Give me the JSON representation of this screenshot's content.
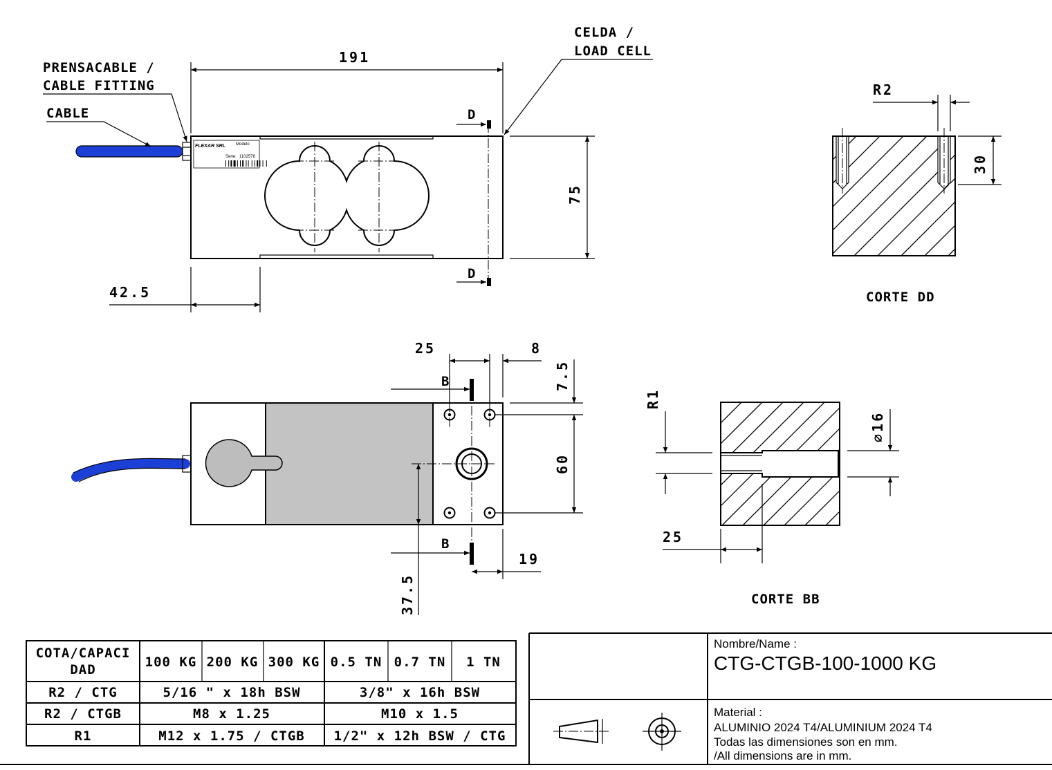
{
  "labels": {
    "cable_fitting_1": "PRENSACABLE /",
    "cable_fitting_2": "CABLE FITTING",
    "cable": "CABLE",
    "load_cell_1": "CELDA /",
    "load_cell_2": "LOAD CELL",
    "section_d": "D",
    "section_b": "B",
    "corte_dd": "CORTE DD",
    "corte_bb": "CORTE BB",
    "plate_brand": "FLEXAR SRL",
    "plate_modelo": "Modelo",
    "plate_serie": "Serie:",
    "plate_serial": "1102578"
  },
  "dimensions": {
    "length": "191",
    "height": "75",
    "offset": "42.5",
    "r2": "R2",
    "dd_depth": "30",
    "hole_spacing": "25",
    "edge_8": "8",
    "edge_7_5": "7.5",
    "width_60": "60",
    "edge_19": "19",
    "center_37_5": "37.5",
    "r1": "R1",
    "dia_16": "∅16",
    "bb_25": "25"
  },
  "spec_table": {
    "header": [
      "COTA/CAPACI\nDAD",
      "100 KG",
      "200 KG",
      "300 KG",
      "0.5 TN",
      "0.7 TN",
      "1 TN"
    ],
    "rows": [
      {
        "label": "R2 / CTG",
        "left": "5/16 \" x 18h BSW",
        "right": "3/8\" x 16h BSW"
      },
      {
        "label": "R2 / CTGB",
        "left": "M8 x 1.25",
        "right": "M10 x 1.5"
      },
      {
        "label": "R1",
        "left": "M12 x 1.75 / CTGB",
        "right": "1/2\" x 12h BSW / CTG"
      }
    ]
  },
  "title_block": {
    "name_label": "Nombre/Name :",
    "name_value": "CTG-CTGB-100-1000 KG",
    "material_label": "Material :",
    "material_value": "ALUMINIO 2024 T4/ALUMINIUM 2024 T4",
    "note_1": "Todas las dimensiones son en mm.",
    "note_2": "/All dimensions are in mm."
  },
  "colors": {
    "cable": "#1c3fd6",
    "cover_plate": "#c3c3c3",
    "hole_fill": "#bdbdbd",
    "line": "#000000"
  }
}
